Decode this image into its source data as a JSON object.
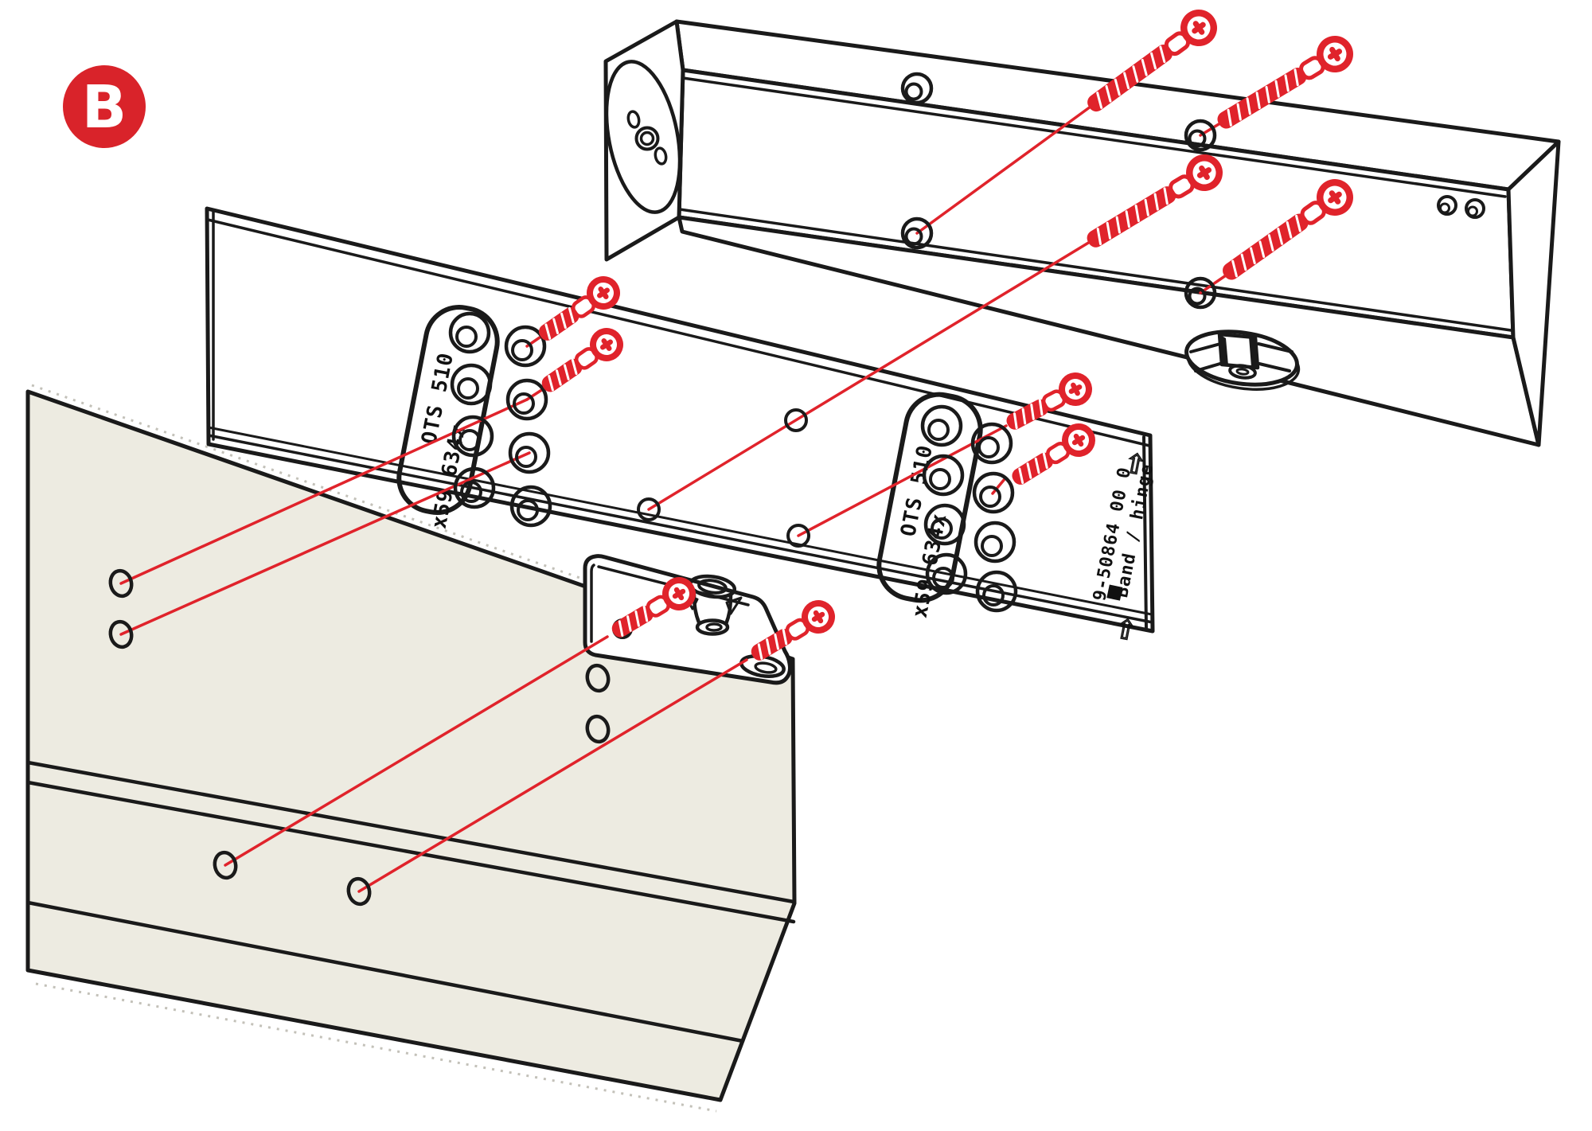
{
  "badge": {
    "label": "B"
  },
  "colors": {
    "red": "#e0232b",
    "badge": "#d9232a",
    "door": "#edebe1",
    "ink": "#1a1a1a"
  },
  "labels": {
    "plate1_line1": "OTS 510",
    "plate1_line2": "x59 634x",
    "plate2_line1": "OTS 510",
    "plate2_line2": "x59 634x",
    "part_number": "9-50864 00 0",
    "part_name": "Band / hinge",
    "arrow_up": "⇧"
  }
}
